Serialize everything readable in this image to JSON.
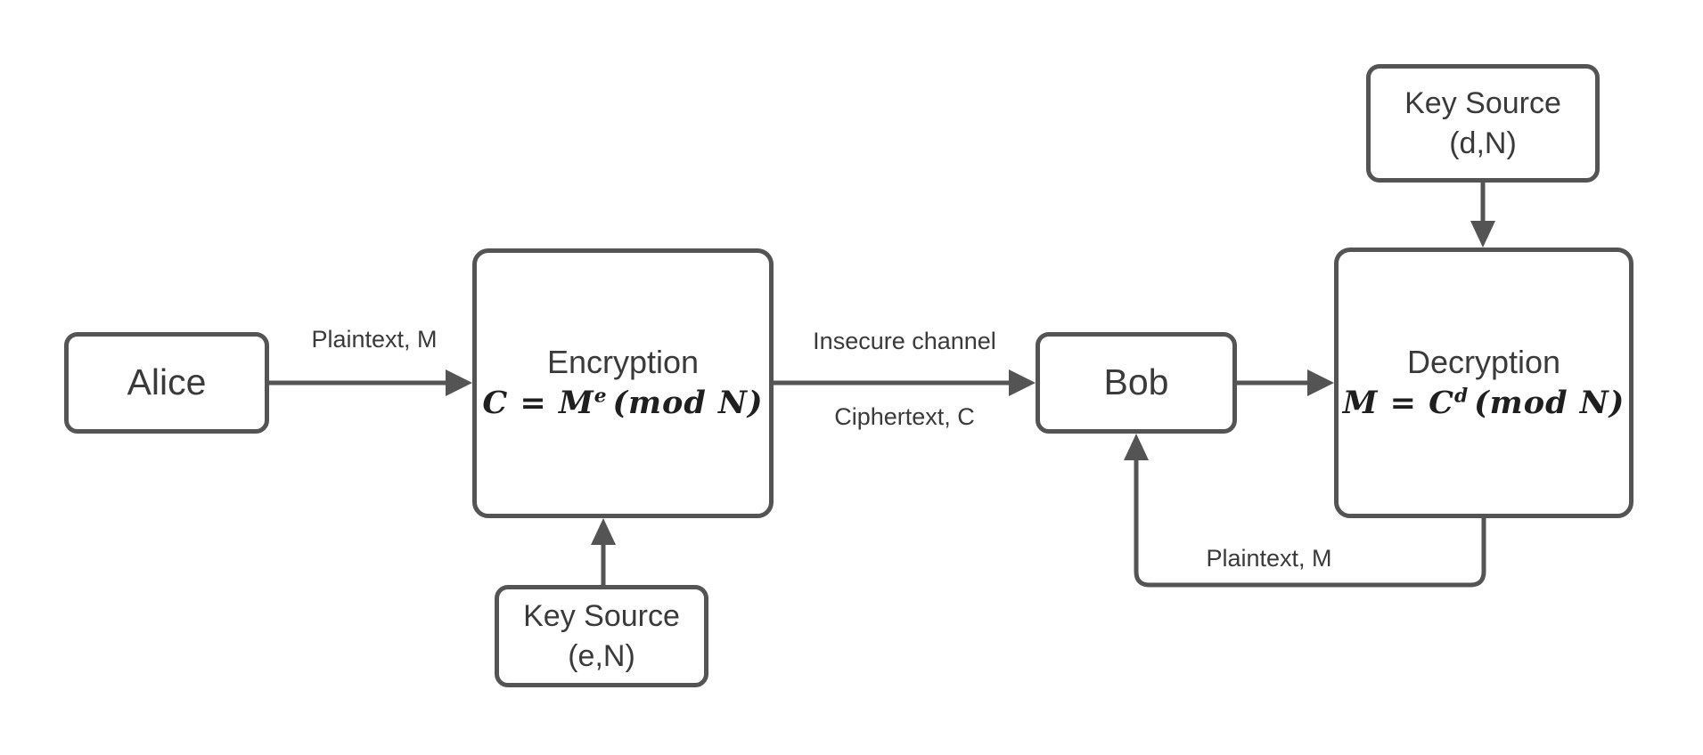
{
  "colors": {
    "stroke": "#545454",
    "text": "#3a3a3a",
    "background": "#ffffff"
  },
  "nodes": {
    "alice": {
      "label": "Alice"
    },
    "encryption": {
      "title": "Encryption",
      "formula": {
        "lhs": "C = M",
        "sup": "e",
        "rhs": "(mod N)"
      }
    },
    "key_source_e": {
      "line1": "Key Source",
      "line2": "(e,N)"
    },
    "bob": {
      "label": "Bob"
    },
    "decryption": {
      "title": "Decryption",
      "formula": {
        "lhs": "M = C",
        "sup": "d",
        "rhs": "(mod N)"
      }
    },
    "key_source_d": {
      "line1": "Key Source",
      "line2": "(d,N)"
    }
  },
  "edge_labels": {
    "alice_to_encryption": "Plaintext, M",
    "channel_above": "Insecure channel",
    "channel_below": "Ciphertext, C",
    "decryption_to_bob": "Plaintext, M"
  }
}
